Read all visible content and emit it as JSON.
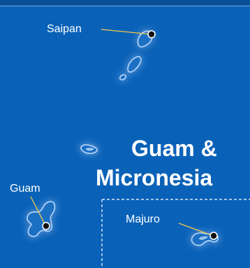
{
  "map": {
    "title_line1": "Guam &",
    "title_line2": "Micronesia",
    "places": {
      "saipan": "Saipan",
      "guam": "Guam",
      "majuro": "Majuro"
    }
  },
  "colors": {
    "ocean": "#0a62b8",
    "island_fill": "#1e6fc4",
    "island_outline": "#a9cef5",
    "leader_line": "#f2c94c",
    "marker": "#111111",
    "text": "#ffffff"
  }
}
